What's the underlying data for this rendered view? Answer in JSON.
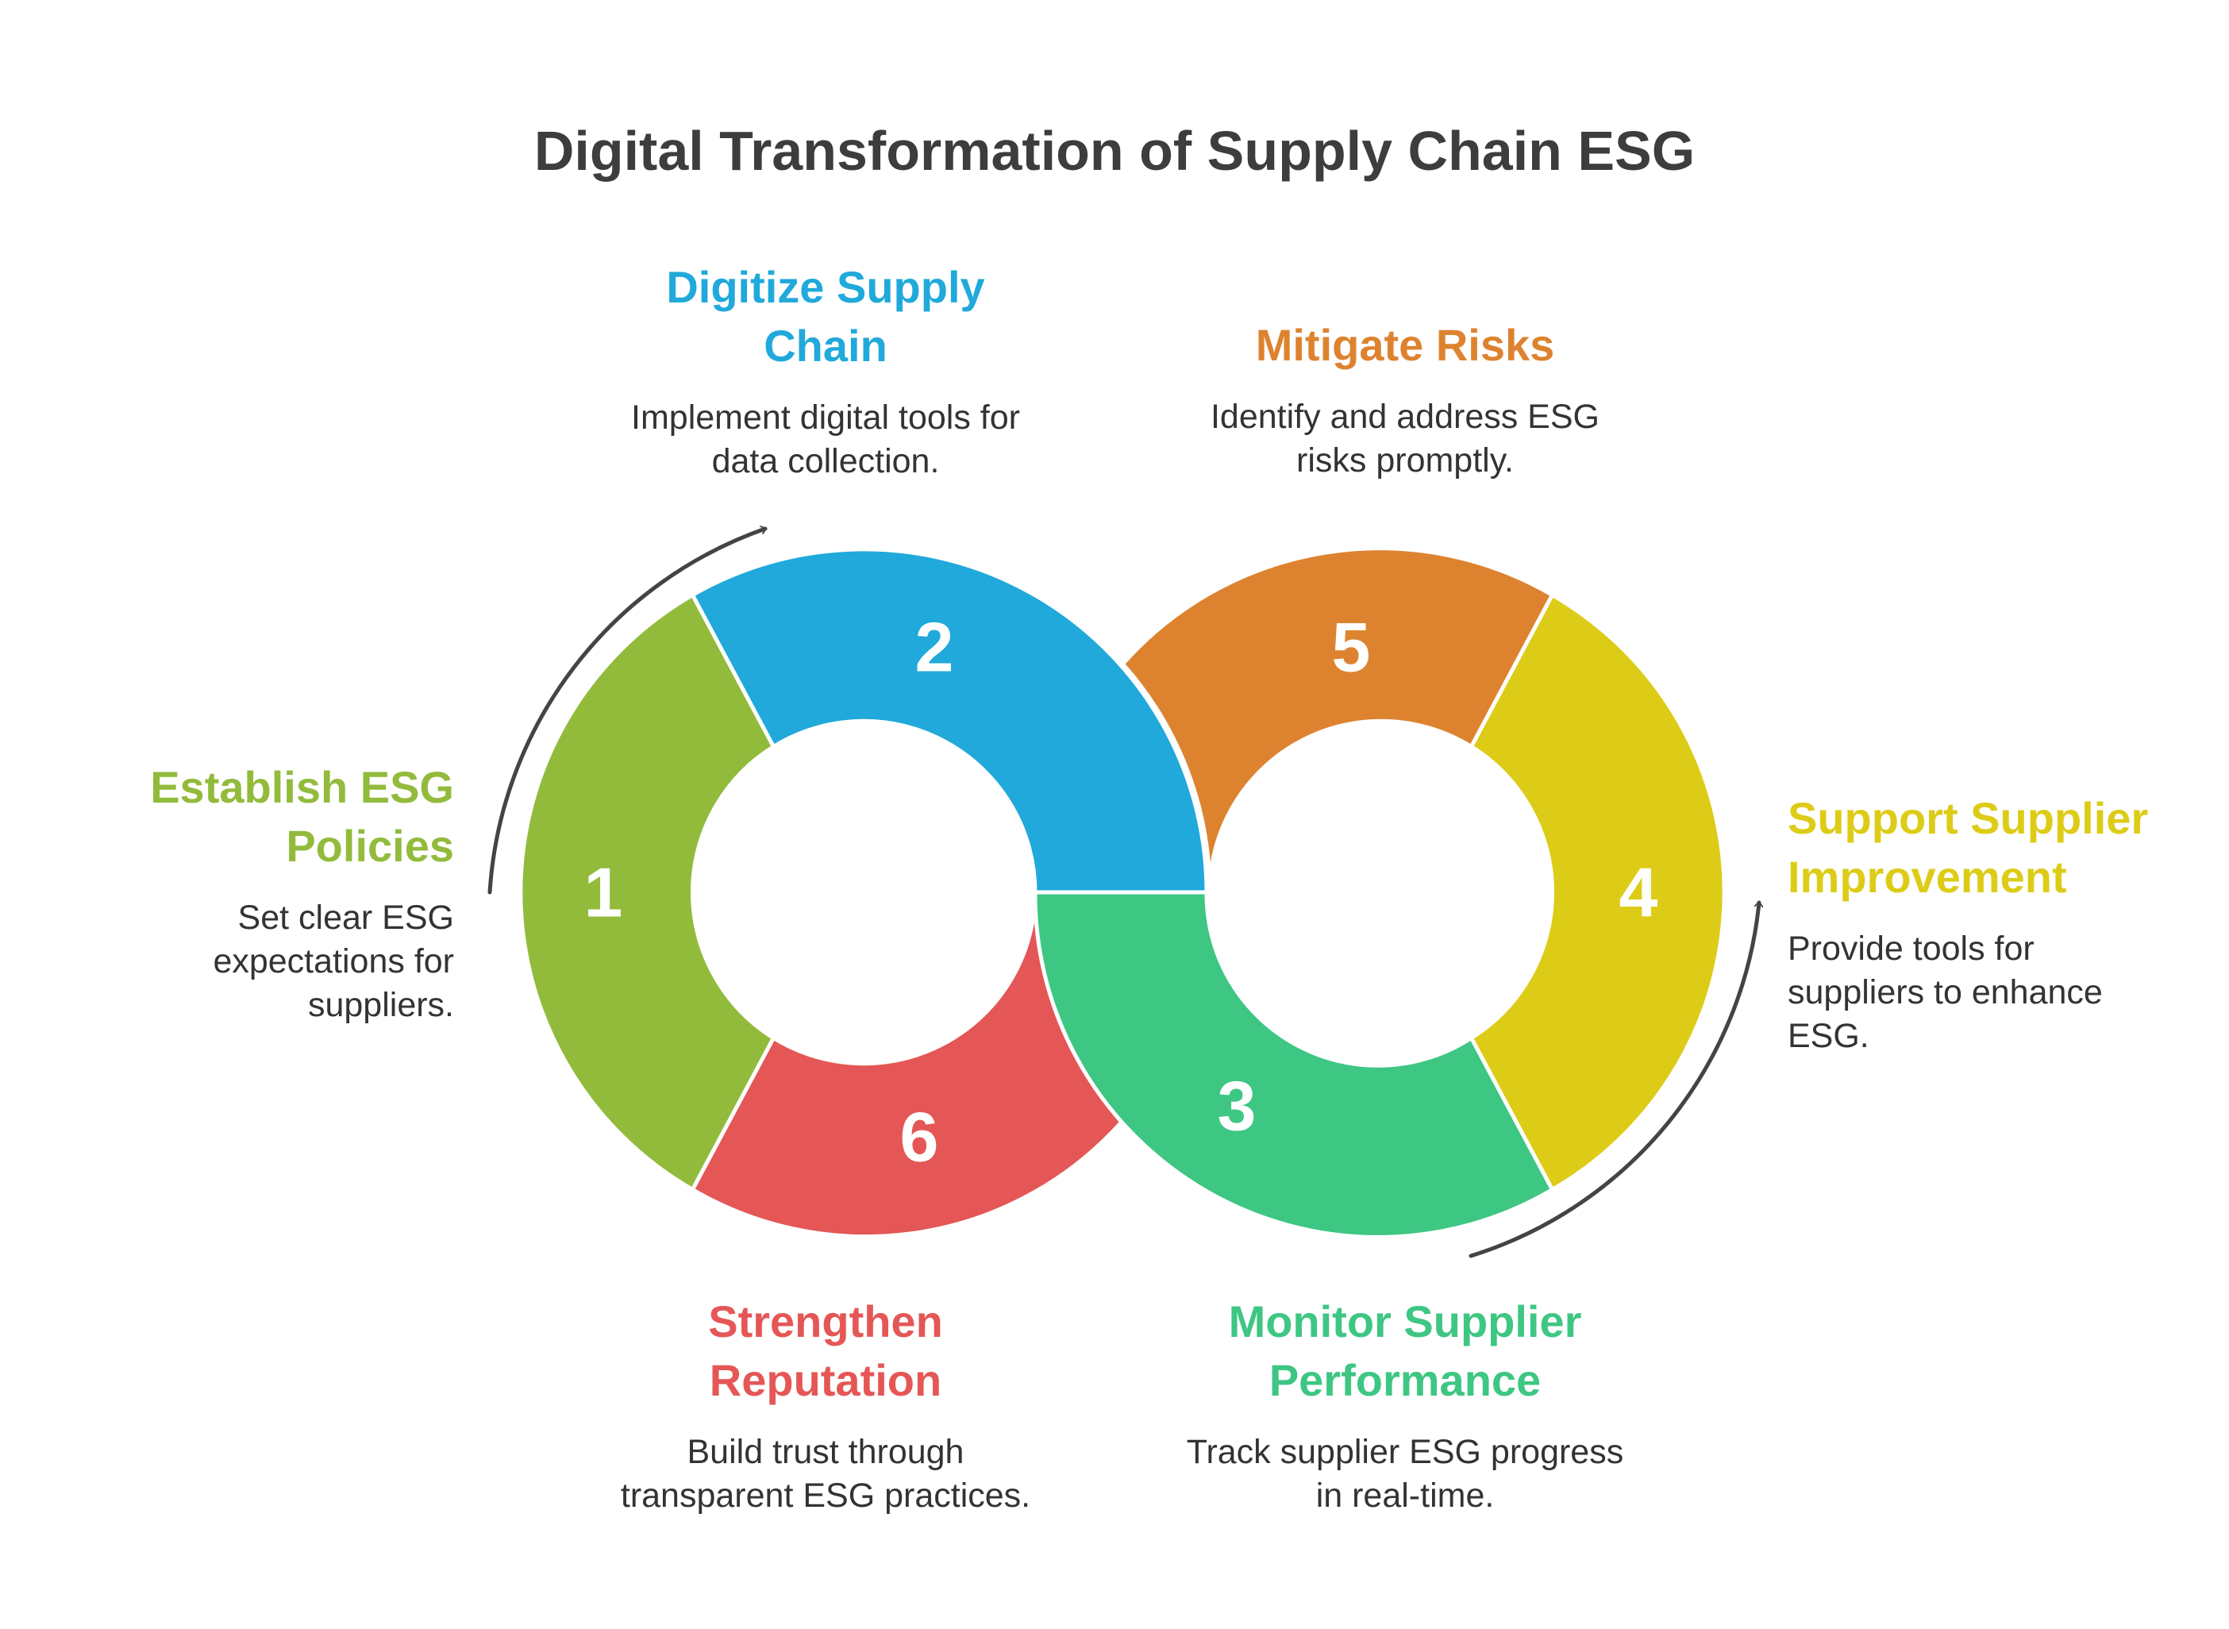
{
  "title": "Digital Transformation of Supply Chain ESG",
  "steps": [
    {
      "number": "1",
      "title": "Establish ESG Policies",
      "title_lines": [
        "Establish ESG",
        "Policies"
      ],
      "description_lines": [
        "Set clear ESG",
        "expectations for",
        "suppliers."
      ],
      "color": "#92BB3C"
    },
    {
      "number": "2",
      "title": "Digitize Supply Chain",
      "title_lines": [
        "Digitize Supply",
        "Chain"
      ],
      "description_lines": [
        "Implement digital tools for",
        "data collection."
      ],
      "color": "#20A9DA"
    },
    {
      "number": "3",
      "title": "Monitor Supplier Performance",
      "title_lines": [
        "Monitor Supplier",
        "Performance"
      ],
      "description_lines": [
        "Track supplier ESG progress",
        "in real-time."
      ],
      "color": "#3EC683"
    },
    {
      "number": "4",
      "title": "Support Supplier Improvement",
      "title_lines": [
        "Support Supplier",
        "Improvement"
      ],
      "description_lines": [
        "Provide tools for",
        "suppliers to enhance",
        "ESG."
      ],
      "color": "#DDCC17"
    },
    {
      "number": "5",
      "title": "Mitigate Risks",
      "title_lines": [
        "Mitigate Risks"
      ],
      "description_lines": [
        "Identify and address ESG",
        "risks promptly."
      ],
      "color": "#DD8330"
    },
    {
      "number": "6",
      "title": "Strengthen Reputation",
      "title_lines": [
        "Strengthen",
        "Reputation"
      ],
      "description_lines": [
        "Build trust through",
        "transparent ESG practices."
      ],
      "color": "#E45756"
    }
  ]
}
